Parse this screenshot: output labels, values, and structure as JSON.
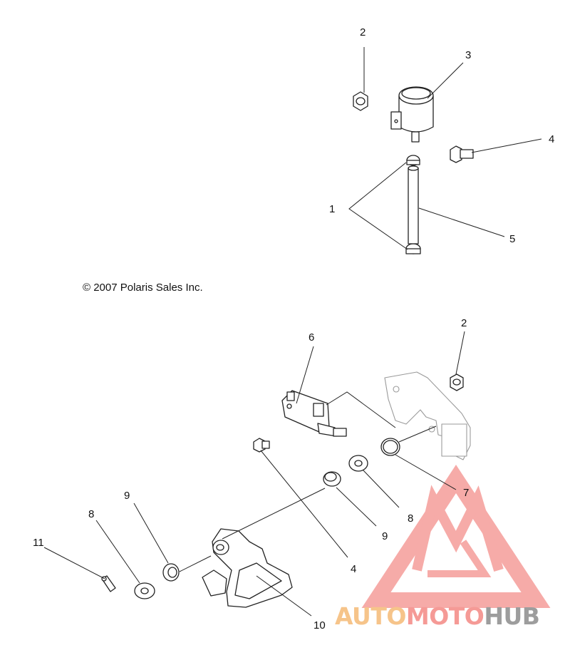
{
  "copyright": "© 2007 Polaris Sales Inc.",
  "callouts": {
    "c2_top": "2",
    "c3": "3",
    "c4_top": "4",
    "c1": "1",
    "c5": "5",
    "c6": "6",
    "c2_mid": "2",
    "c7": "7",
    "c8_right": "8",
    "c9_right": "9",
    "c4_bottom": "4",
    "c9_left": "9",
    "c8_left": "8",
    "c11": "11",
    "c10": "10"
  },
  "watermark": {
    "part1": "AUTO",
    "part2": "MOTO",
    "part3": "HUB",
    "color_auto": "#f6c48a",
    "color_moto": "#f59a96",
    "color_hub": "#9d9d9d",
    "logo_color": "#f48f8c"
  }
}
